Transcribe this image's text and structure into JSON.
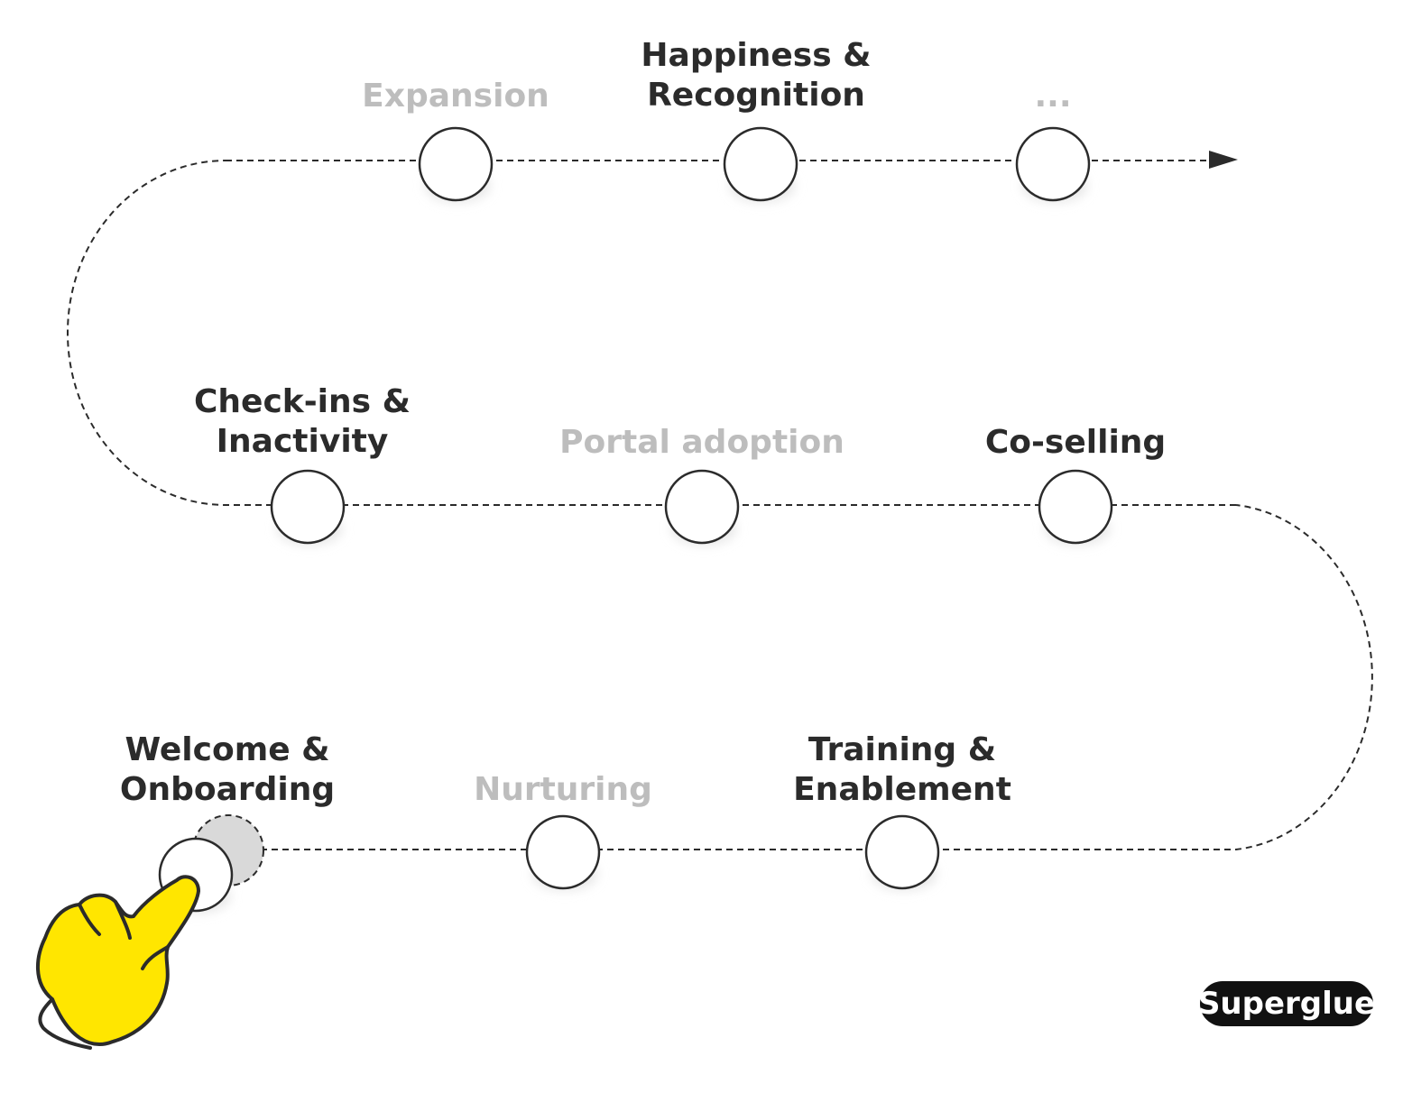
{
  "colors": {
    "ink": "#2b2b2b",
    "faded_text": "#bdbdbd",
    "node_fill": "#ffffff",
    "node_shadow": "#e6e6e6",
    "hand_fill": "#ffe600",
    "ghost_fill": "#d9d9d9",
    "logo_bg": "#111111",
    "logo_text": "#ffffff"
  },
  "stages": [
    {
      "id": "welcome-onboarding",
      "lines": [
        "Welcome &",
        "Onboarding"
      ],
      "state": "active"
    },
    {
      "id": "nurturing",
      "lines": [
        "Nurturing"
      ],
      "state": "faded"
    },
    {
      "id": "training-enablement",
      "lines": [
        "Training &",
        "Enablement"
      ],
      "state": "active"
    },
    {
      "id": "co-selling",
      "lines": [
        "Co-selling"
      ],
      "state": "active"
    },
    {
      "id": "portal-adoption",
      "lines": [
        "Portal adoption"
      ],
      "state": "faded"
    },
    {
      "id": "check-ins-inactivity",
      "lines": [
        "Check-ins &",
        "Inactivity"
      ],
      "state": "active"
    },
    {
      "id": "expansion",
      "lines": [
        "Expansion"
      ],
      "state": "faded"
    },
    {
      "id": "happiness-recognition",
      "lines": [
        "Happiness &",
        "Recognition"
      ],
      "state": "active"
    },
    {
      "id": "more",
      "lines": [
        "..."
      ],
      "state": "faded"
    }
  ],
  "icons": {
    "pointer": "pointing-hand-icon",
    "arrow": "arrow-head-icon"
  },
  "logo": {
    "text": "Superglue"
  }
}
